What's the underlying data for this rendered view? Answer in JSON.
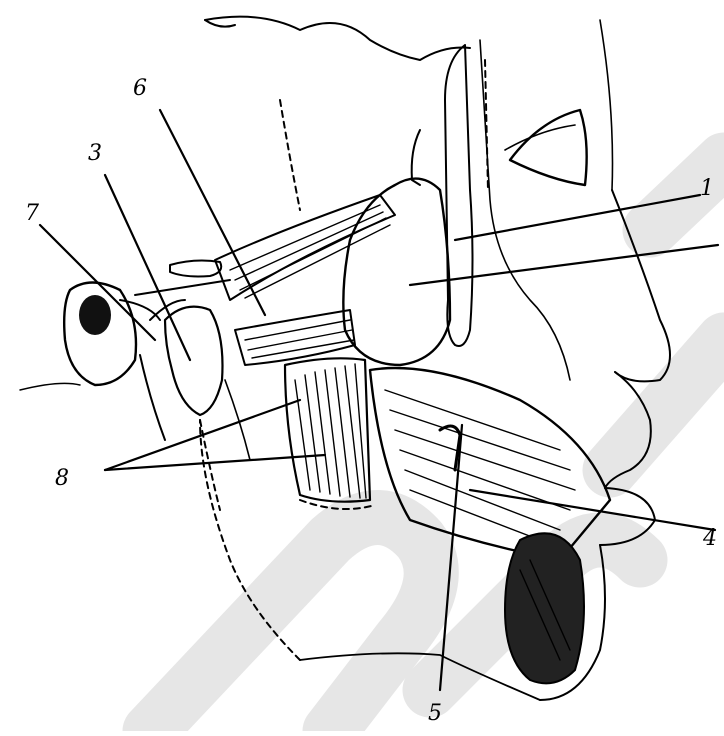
{
  "figure": {
    "ink_color": "#000000",
    "background_color": "#ffffff",
    "watermark_color": "#d9d9d9",
    "watermark_text": "health"
  },
  "labels": [
    {
      "id": "1",
      "text": "1"
    },
    {
      "id": "3",
      "text": "3"
    },
    {
      "id": "4",
      "text": "4"
    },
    {
      "id": "5",
      "text": "5"
    },
    {
      "id": "6",
      "text": "6"
    },
    {
      "id": "7",
      "text": "7"
    },
    {
      "id": "8",
      "text": "8"
    }
  ]
}
